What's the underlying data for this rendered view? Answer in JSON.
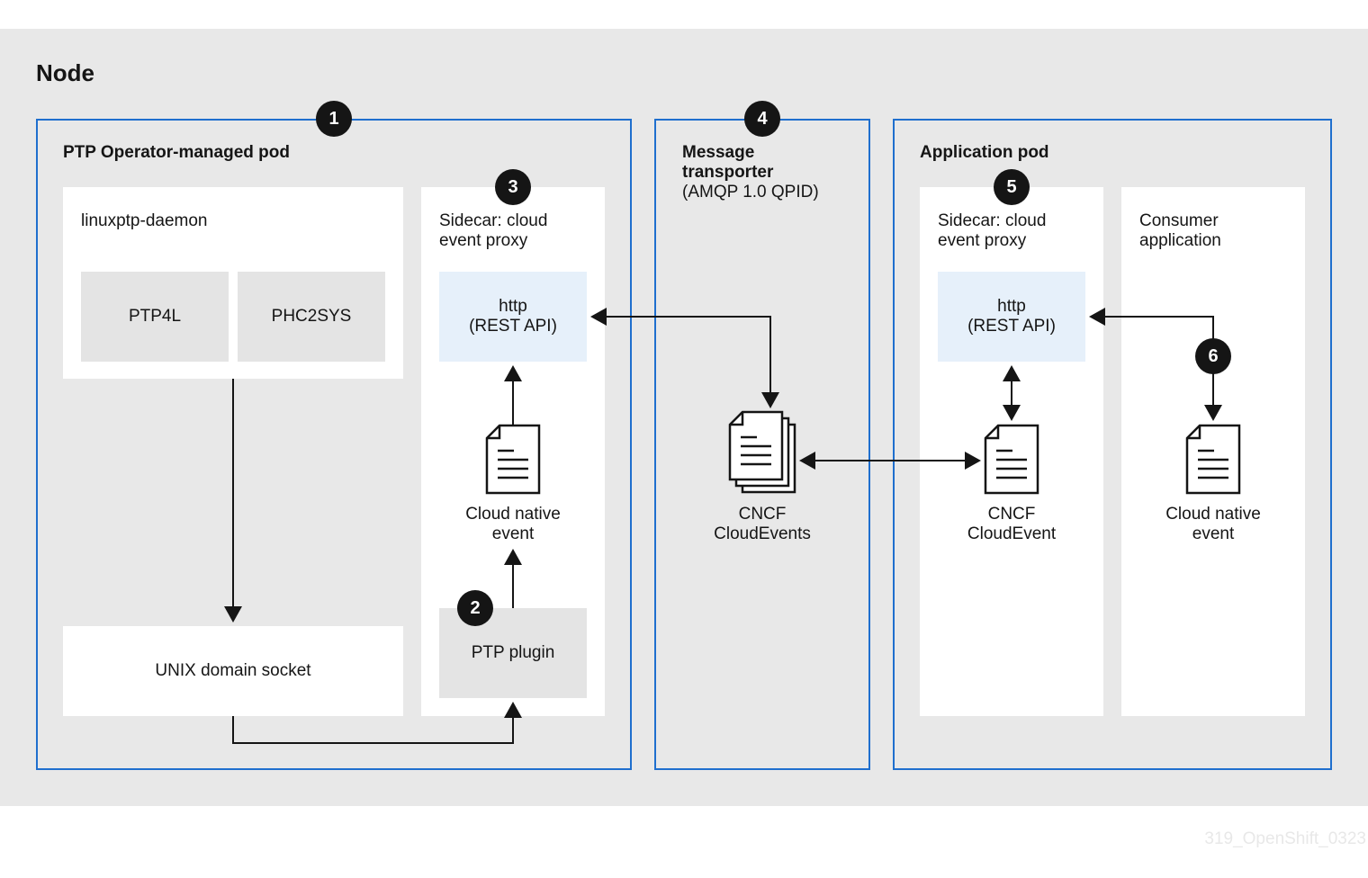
{
  "node": {
    "title": "Node"
  },
  "ptp_pod": {
    "title": "PTP Operator-managed pod",
    "linuxptp": {
      "title": "linuxptp-daemon",
      "ptp4l": "PTP4L",
      "phc2sys": "PHC2SYS"
    },
    "unix_socket": "UNIX domain socket",
    "sidecar": {
      "title_line1": "Sidecar: cloud",
      "title_line2": "event proxy",
      "http_line1": "http",
      "http_line2": "(REST API)",
      "event_line1": "Cloud native",
      "event_line2": "event",
      "plugin": "PTP plugin"
    }
  },
  "transporter": {
    "title_line1": "Message",
    "title_line2": "transporter",
    "subtitle": "(AMQP 1.0 QPID)",
    "doc_line1": "CNCF",
    "doc_line2": "CloudEvents"
  },
  "app_pod": {
    "title": "Application pod",
    "sidecar": {
      "title_line1": "Sidecar: cloud",
      "title_line2": "event proxy",
      "http_line1": "http",
      "http_line2": "(REST API)",
      "doc_line1": "CNCF",
      "doc_line2": "CloudEvent"
    },
    "consumer": {
      "title_line1": "Consumer",
      "title_line2": "application",
      "event_line1": "Cloud native",
      "event_line2": "event"
    }
  },
  "badges": {
    "b1": "1",
    "b2": "2",
    "b3": "3",
    "b4": "4",
    "b5": "5",
    "b6": "6"
  },
  "watermark": "319_OpenShift_0323",
  "colors": {
    "border": "#1f6fce",
    "node_bg": "#e8e8e8",
    "blue_box": "#e6f0fa",
    "grey_box": "#e4e4e4",
    "badge": "#151515"
  }
}
